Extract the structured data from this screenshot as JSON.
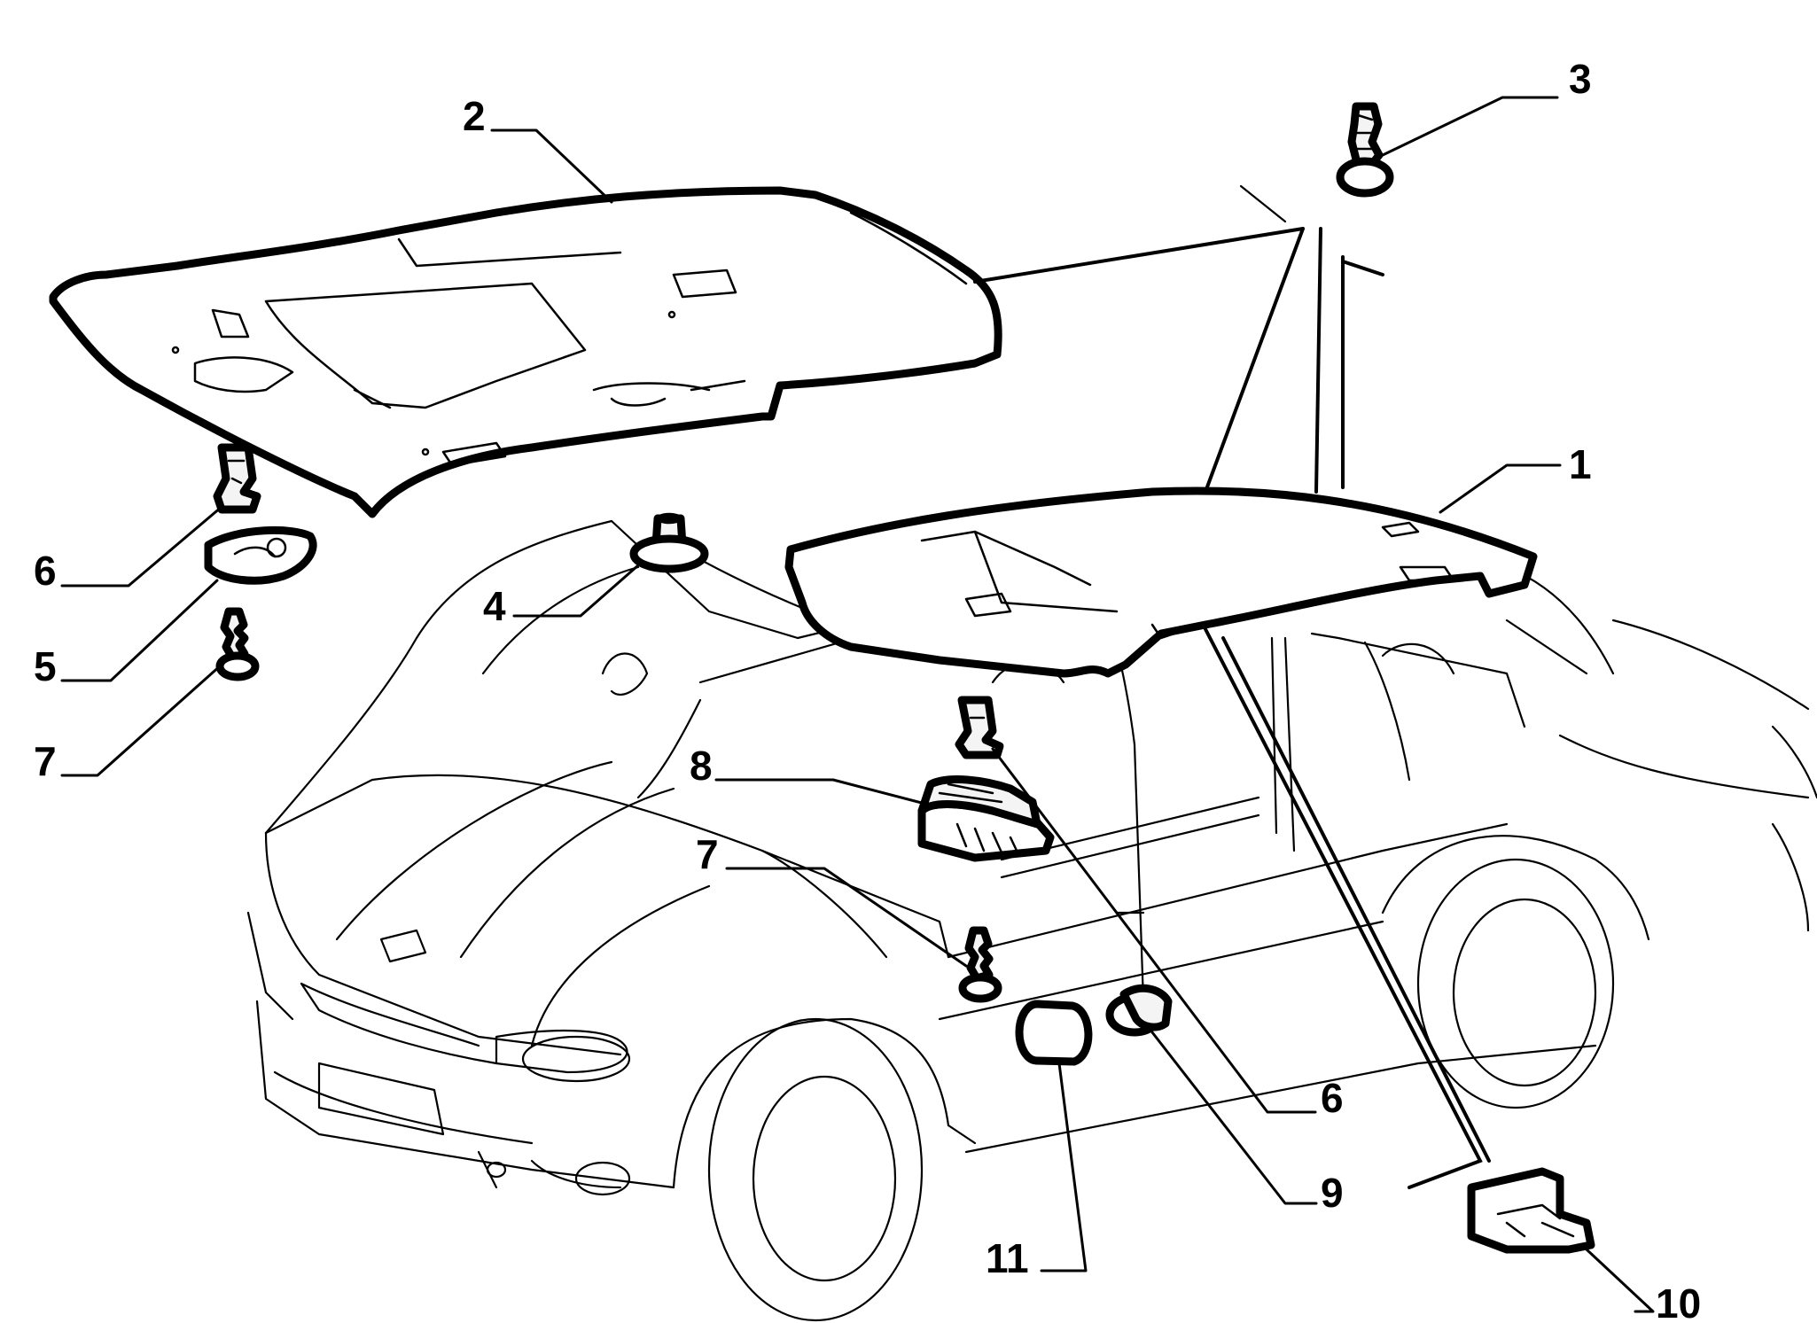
{
  "diagram": {
    "callouts": [
      {
        "id": "c1",
        "label": "1"
      },
      {
        "id": "c2",
        "label": "2"
      },
      {
        "id": "c3",
        "label": "3"
      },
      {
        "id": "c4",
        "label": "4"
      },
      {
        "id": "c5",
        "label": "5"
      },
      {
        "id": "c6a",
        "label": "6"
      },
      {
        "id": "c6b",
        "label": "6"
      },
      {
        "id": "c7a",
        "label": "7"
      },
      {
        "id": "c7b",
        "label": "7"
      },
      {
        "id": "c8",
        "label": "8"
      },
      {
        "id": "c9",
        "label": "9"
      },
      {
        "id": "c10",
        "label": "10"
      },
      {
        "id": "c11",
        "label": "11"
      }
    ],
    "colors": {
      "line": "#000000",
      "background": "#ffffff",
      "part_fill": "#f4f4f4"
    }
  }
}
